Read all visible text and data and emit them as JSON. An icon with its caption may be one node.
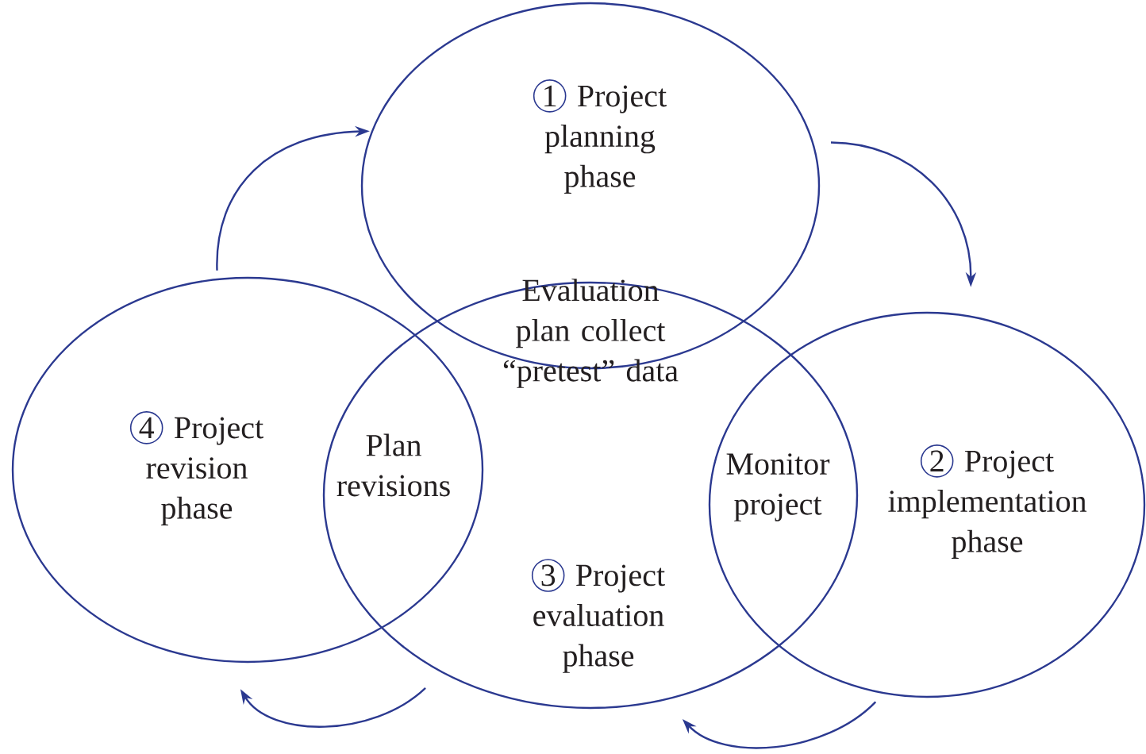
{
  "diagram": {
    "nodes": [
      {
        "text": [
          "1",
          "Project planning phase"
        ]
      },
      {
        "text": [
          "2",
          "Project implementation phase"
        ]
      },
      {
        "text": [
          "3",
          "Project evaluation phase"
        ]
      },
      {
        "text": [
          "4",
          "Project revision phase"
        ]
      }
    ],
    "edges": [
      {
        "from": 3,
        "to": 0,
        "arrow": "to"
      },
      {
        "from": 0,
        "to": 1,
        "arrow": "to"
      },
      {
        "from": 1,
        "to": 2,
        "arrow": "to"
      },
      {
        "from": 2,
        "to": 3,
        "arrow": "to"
      }
    ],
    "labels": [
      "Evaluation plan collect “pretest” data",
      "Plan revisions",
      "Monitor project"
    ]
  }
}
